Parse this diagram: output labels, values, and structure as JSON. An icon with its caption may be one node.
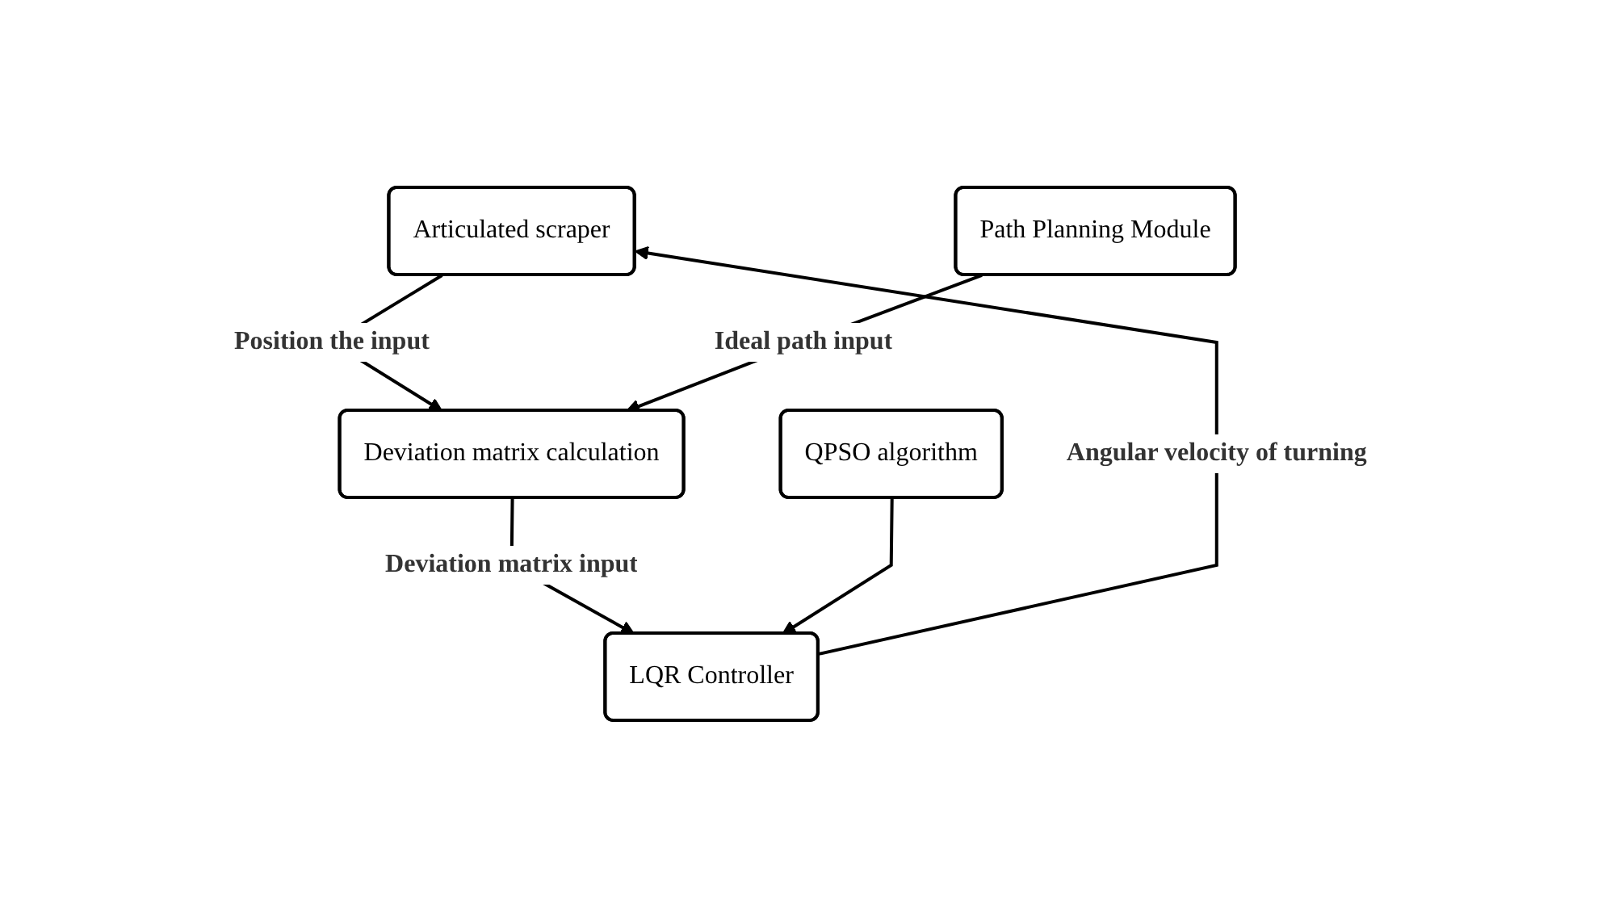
{
  "diagram": {
    "nodes": [
      {
        "text": [
          "Articulated scraper"
        ]
      },
      {
        "text": [
          "Path Planning Module"
        ]
      },
      {
        "text": [
          "Deviation matrix calculation"
        ]
      },
      {
        "text": [
          "QPSO algorithm"
        ]
      },
      {
        "text": [
          "LQR Controller"
        ]
      }
    ],
    "edges": [
      {
        "from": 0,
        "to": 2,
        "arrow": "to",
        "label": "Position the input"
      },
      {
        "from": 1,
        "to": 2,
        "arrow": "to",
        "label": "Ideal path input"
      },
      {
        "from": 2,
        "to": 4,
        "arrow": "to",
        "label": "Deviation matrix input"
      },
      {
        "from": 3,
        "to": 4,
        "arrow": "to"
      },
      {
        "from": 4,
        "to": 0,
        "arrow": "to",
        "label": "Angular velocity of turning"
      }
    ]
  }
}
